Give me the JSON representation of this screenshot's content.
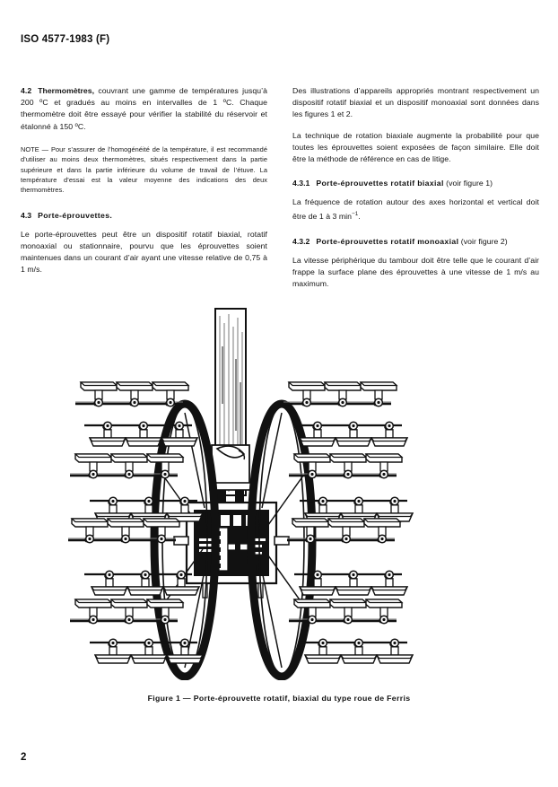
{
  "header": {
    "standard_ref": "ISO 4577-1983 (F)"
  },
  "folio": {
    "page_number": "2"
  },
  "left_column": {
    "clause_4_2": {
      "number": "4.2",
      "title": "Thermomètres,",
      "body": " couvrant une gamme de températures jusqu’à 200 ºC et gradués au moins en intervalles de 1 ºC. Chaque thermomètre doit être essayé pour vérifier la stabilité du réservoir et étalonné à 150 ºC."
    },
    "note": "NOTE — Pour s’assurer de l’homogénéité de la température, il est recommandé d’utiliser au moins deux thermomètres, situés respectivement dans la partie supérieure et dans la partie inférieure du volume de travail de l’étuve. La température d’essai est la valeur moyenne des indications des deux thermomètres.",
    "clause_4_3": {
      "number": "4.3",
      "title": "Porte-éprouvettes."
    },
    "clause_4_3_body": "Le porte-éprouvettes peut être un dispositif rotatif biaxial, rotatif monoaxial ou stationnaire, pourvu que les éprouvettes soient maintenues dans un courant d’air ayant une vitesse relative de 0,75 à 1 m/s."
  },
  "right_column": {
    "para_1": "Des illustrations d’appareils appropriés montrant respectivement un dispositif rotatif biaxial et un dispositif monoaxial sont données dans les figures 1 et 2.",
    "para_2": "La technique de rotation biaxiale augmente la probabilité pour que toutes les éprouvettes soient exposées de façon similaire. Elle doit être la méthode de référence en cas de litige.",
    "clause_4_3_1": {
      "number": "4.3.1",
      "title": "Porte-éprouvettes rotatif biaxial",
      "suffix": " (voir figure 1)"
    },
    "clause_4_3_1_body_pre": "La fréquence de rotation autour des axes horizontal et vertical doit être de 1 à 3 min",
    "clause_4_3_1_body_sup": "−1",
    "clause_4_3_1_body_post": ".",
    "clause_4_3_2": {
      "number": "4.3.2",
      "title": "Porte-éprouvettes rotatif monoaxial",
      "suffix": " (voir figure 2)"
    },
    "clause_4_3_2_body": "La vitesse périphérique du tambour doit être telle que le courant d’air frappe la surface plane des éprouvettes à une vitesse de 1 m/s au maximum."
  },
  "figure": {
    "caption": "Figure 1 — Porte-éprouvette rotatif, biaxial du type roue de Ferris",
    "alt_name": "ferris-wheel-biaxial-specimen-holder-diagram",
    "ink_color": "#111111"
  }
}
